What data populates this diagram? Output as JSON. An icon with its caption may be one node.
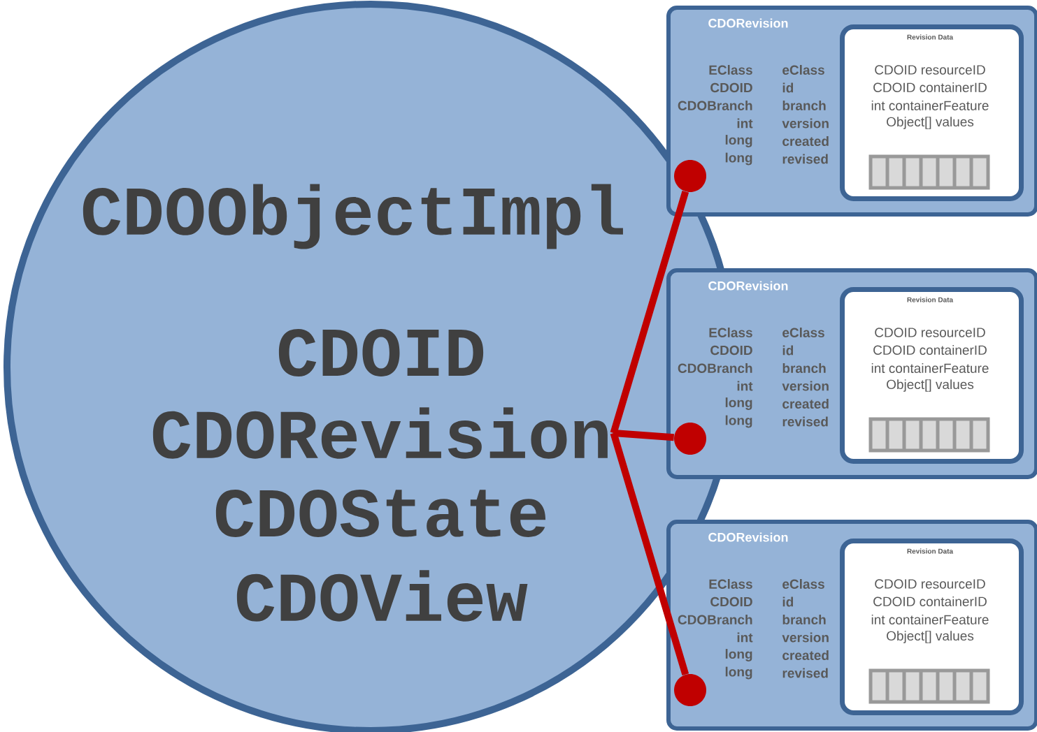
{
  "diagram": {
    "nodes": [
      {
        "text": [
          "CDOObjectImpl"
        ]
      },
      {
        "text": [
          "CDOID"
        ],
        "in": 0
      },
      {
        "text": [
          "CDORevision"
        ],
        "in": 0
      },
      {
        "text": [
          "CDOState"
        ],
        "in": 0
      },
      {
        "text": [
          "CDOView"
        ],
        "in": 0
      },
      {
        "text": [
          "CDORevision"
        ]
      },
      {
        "text": [],
        "shape": "circle",
        "in": 5
      },
      {
        "text": [
          "Revision Data",
          "CDOID resourceID",
          "CDOID containerID",
          "int containerFeature",
          "Object[] values"
        ],
        "in": 5
      },
      {
        "text": [
          "CDORevision"
        ]
      },
      {
        "text": [],
        "shape": "circle"
      },
      {
        "text": [
          "Revision Data",
          "CDOID resourceID",
          "CDOID containerID",
          "int containerFeature",
          "Object[] values"
        ],
        "in": 8
      },
      {
        "text": [
          "CDORevision"
        ]
      },
      {
        "text": [],
        "shape": "circle",
        "in": 11
      },
      {
        "text": [
          "Revision Data",
          "CDOID resourceID",
          "CDOID containerID",
          "int containerFeature",
          "Object[] values"
        ],
        "in": 11
      }
    ],
    "edges": [
      {
        "from": 2,
        "to": 6,
        "arrow": "none"
      },
      {
        "from": 2,
        "to": 9,
        "arrow": "none"
      },
      {
        "from": 2,
        "to": 12,
        "arrow": "none"
      }
    ],
    "labels": [
      "EClass",
      "eClass",
      "CDOID",
      "id",
      "CDOBranch",
      "branch",
      "int",
      "version",
      "long",
      "created",
      "long",
      "revised",
      "EClass",
      "eClass",
      "CDOID",
      "id",
      "CDOBranch",
      "branch",
      "int",
      "version",
      "long",
      "created",
      "long",
      "revised",
      "EClass",
      "eClass",
      "CDOID",
      "id",
      "CDOBranch",
      "branch",
      "int",
      "version",
      "long",
      "created",
      "long",
      "revised"
    ]
  }
}
